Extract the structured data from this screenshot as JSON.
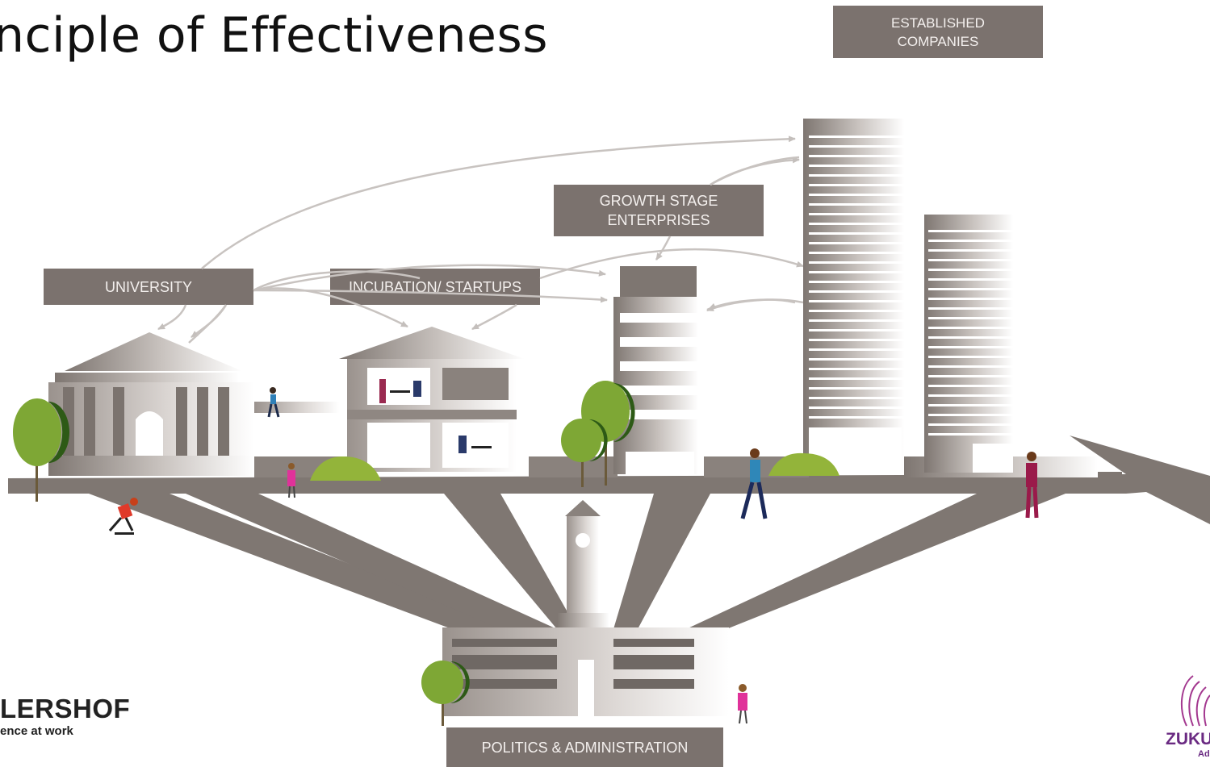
{
  "title": "nciple of Effectiveness",
  "boxes": {
    "established": "ESTABLISHED\nCOMPANIES",
    "growth": "GROWTH STAGE\nENTERPRISES",
    "university": "UNIVERSITY",
    "incubation": "INCUBATION/ STARTUPS",
    "politics": "POLITICS & ADMINISTRATION"
  },
  "logos": {
    "left_main": "LERSHOF",
    "left_sub": "ence at work",
    "right_main": "ZUKUI",
    "right_sub": "Ad"
  },
  "colors": {
    "box": "#7b726e",
    "road": "#7f7772",
    "arrow": "#c4bfbc",
    "tree": "#7ea735",
    "tree_dark": "#2d5a16",
    "bush": "#93b43a"
  }
}
